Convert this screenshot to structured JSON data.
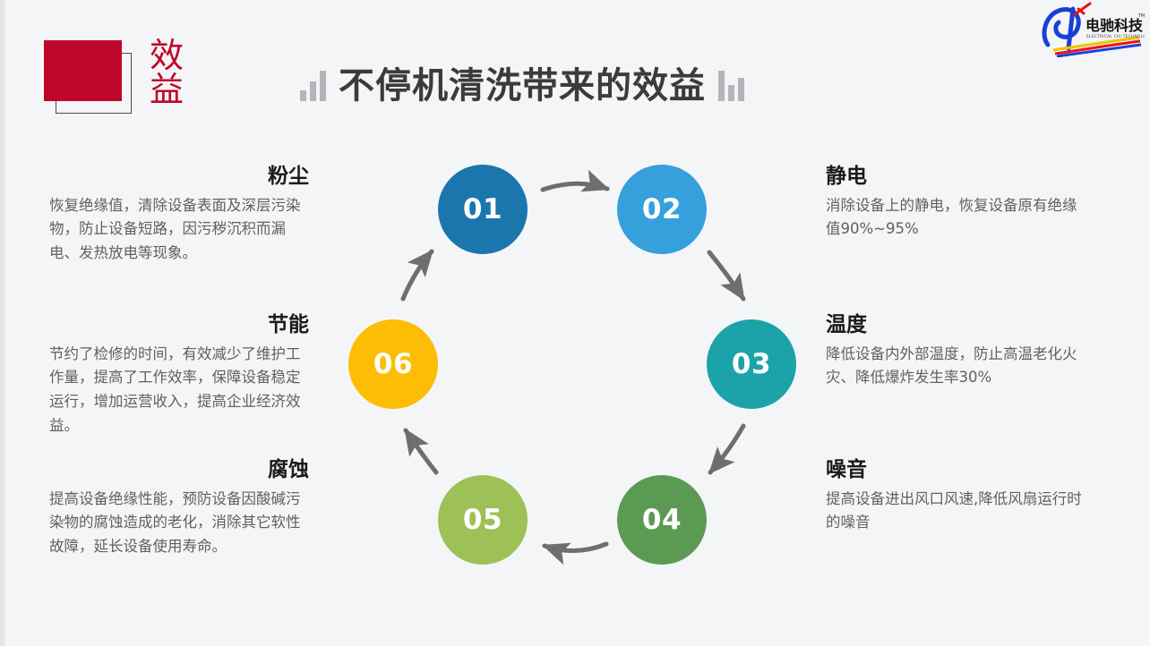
{
  "header": {
    "tag_label": "效益",
    "title": "不停机清洗带来的效益",
    "tag_color": "#c00628",
    "title_color": "#3b3b3b"
  },
  "logo": {
    "name_cn": "电驰科技",
    "name_en": "ELECTRICAL CHI TECHNOLOGY",
    "trademark": "TM"
  },
  "diagram": {
    "nodes": [
      {
        "number": "01",
        "color": "#1b76ae",
        "heading": "粉尘",
        "body": "恢复绝缘值，清除设备表面及深层污染物，防止设备短路，因污秽沉积而漏电、发热放电等现象。",
        "side": "left"
      },
      {
        "number": "02",
        "color": "#35a0dc",
        "heading": "静电",
        "body": "消除设备上的静电，恢复设备原有绝缘值90%~95%",
        "side": "right"
      },
      {
        "number": "03",
        "color": "#1ba3a9",
        "heading": "温度",
        "body": "降低设备内外部温度，防止高温老化火灾、降低爆炸发生率30%",
        "side": "right"
      },
      {
        "number": "04",
        "color": "#5b9a53",
        "heading": "噪音",
        "body": "提高设备进出风口风速,降低风扇运行时的噪音",
        "side": "right"
      },
      {
        "number": "05",
        "color": "#9dc157",
        "heading": "腐蚀",
        "body": "提高设备绝缘性能，预防设备因酸碱污染物的腐蚀造成的老化，消除其它软性故障，延长设备使用寿命。",
        "side": "left"
      },
      {
        "number": "06",
        "color": "#fdbd04",
        "heading": "节能",
        "body": "节约了检修的时间，有效减少了维护工作量，提高了工作效率，保障设备稳定运行，增加运营收入，提高企业经济效益。",
        "side": "left"
      }
    ],
    "arrow_color": "#6e6e6e"
  }
}
